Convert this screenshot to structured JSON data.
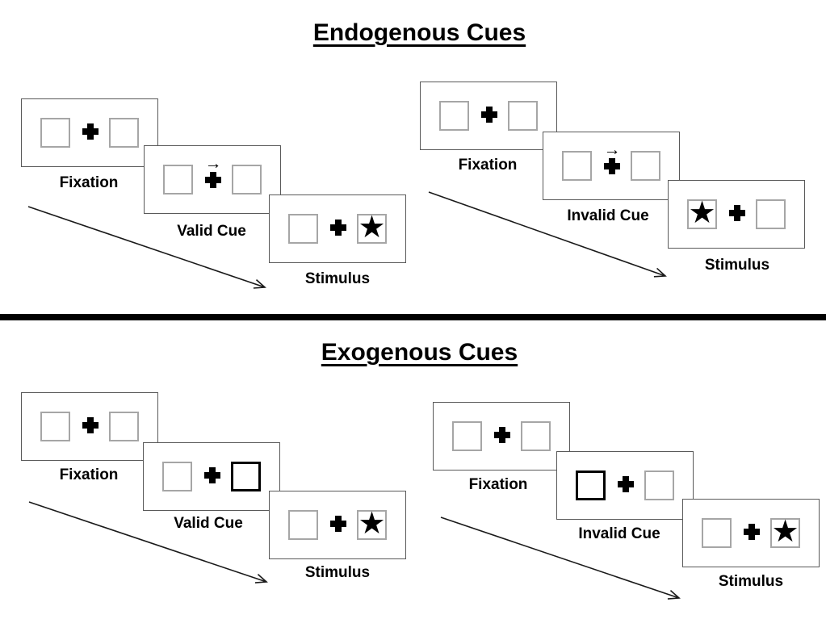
{
  "diagram": {
    "kind": "posner-spatial-cueing-paradigm"
  },
  "sections": [
    {
      "title": "Endogenous Cues",
      "groups": [
        {
          "name": "valid-trial",
          "cue_type": "central-arrow-pointing-right",
          "stimulus_side": "right",
          "panels": [
            {
              "label": "Fixation"
            },
            {
              "label": "Valid Cue"
            },
            {
              "label": "Stimulus"
            }
          ]
        },
        {
          "name": "invalid-trial",
          "cue_type": "central-arrow-pointing-right",
          "stimulus_side": "left",
          "panels": [
            {
              "label": "Fixation"
            },
            {
              "label": "Invalid Cue"
            },
            {
              "label": "Stimulus"
            }
          ]
        }
      ]
    },
    {
      "title": "Exogenous Cues",
      "groups": [
        {
          "name": "valid-trial",
          "cue_type": "peripheral-box-highlight-right",
          "stimulus_side": "right",
          "panels": [
            {
              "label": "Fixation"
            },
            {
              "label": "Valid Cue"
            },
            {
              "label": "Stimulus"
            }
          ]
        },
        {
          "name": "invalid-trial",
          "cue_type": "peripheral-box-highlight-left",
          "stimulus_side": "right",
          "panels": [
            {
              "label": "Fixation"
            },
            {
              "label": "Invalid Cue"
            },
            {
              "label": "Stimulus"
            }
          ]
        }
      ]
    }
  ],
  "icons": {
    "star": "★",
    "cue_arrow": "→",
    "cross": "heavy-plus-css-shape",
    "timeline_arrow": "diagonal-open-head-arrow"
  },
  "colors": {
    "background": "#ffffff",
    "panel_border": "#595959",
    "placeholder_border": "#a6a6a6",
    "cue_highlight_border": "#000000",
    "text": "#000000",
    "divider": "#000000"
  }
}
